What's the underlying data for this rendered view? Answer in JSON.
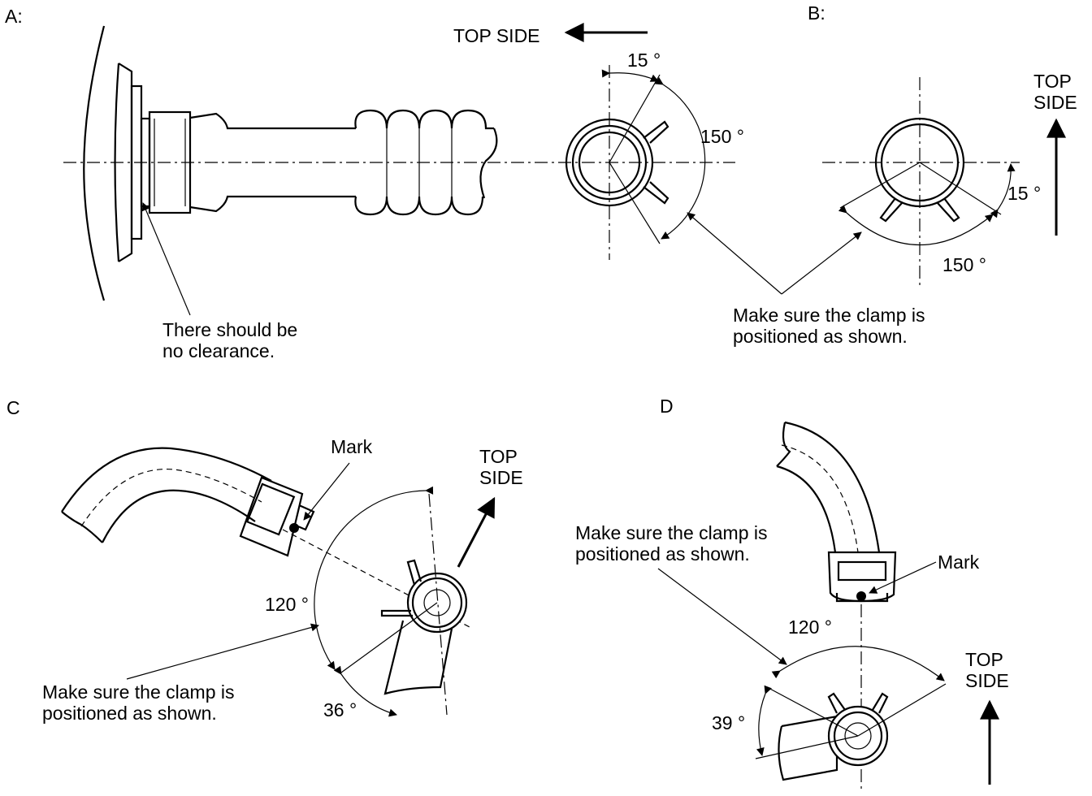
{
  "panels": {
    "a": {
      "label": "A:",
      "top_side": "TOP SIDE",
      "angle_small": "15 °",
      "angle_large": "150 °",
      "note": [
        "There should be",
        "no clearance."
      ]
    },
    "b": {
      "label": "B:",
      "top_side": [
        "TOP",
        "SIDE"
      ],
      "angle_small": "15 °",
      "angle_large": "150 °",
      "note": [
        "Make sure the clamp is",
        "positioned as shown."
      ]
    },
    "c": {
      "label": "C",
      "mark": "Mark",
      "top_side": [
        "TOP",
        "SIDE"
      ],
      "angle_large": "120 °",
      "angle_small": "36 °",
      "note": [
        "Make sure the clamp is",
        "positioned as shown."
      ]
    },
    "d": {
      "label": "D",
      "mark": "Mark",
      "top_side": [
        "TOP",
        "SIDE"
      ],
      "angle_large": "120 °",
      "angle_small": "39 °",
      "note": [
        "Make sure the clamp is",
        "positioned as shown."
      ]
    }
  }
}
